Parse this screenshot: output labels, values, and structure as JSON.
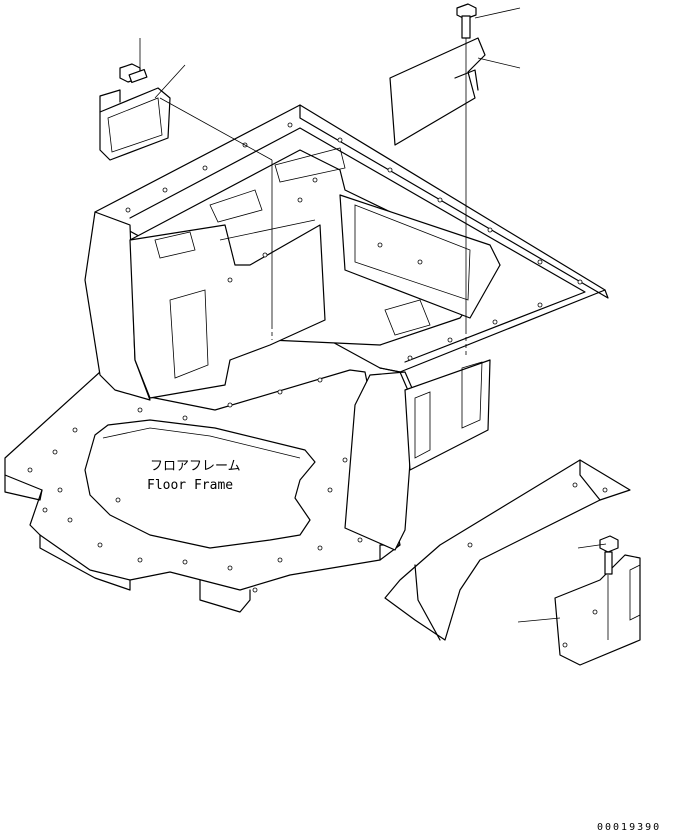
{
  "labels": {
    "part_name_jp": "フロアフレーム",
    "part_name_en": "Floor Frame"
  },
  "drawing_number": "00019390"
}
